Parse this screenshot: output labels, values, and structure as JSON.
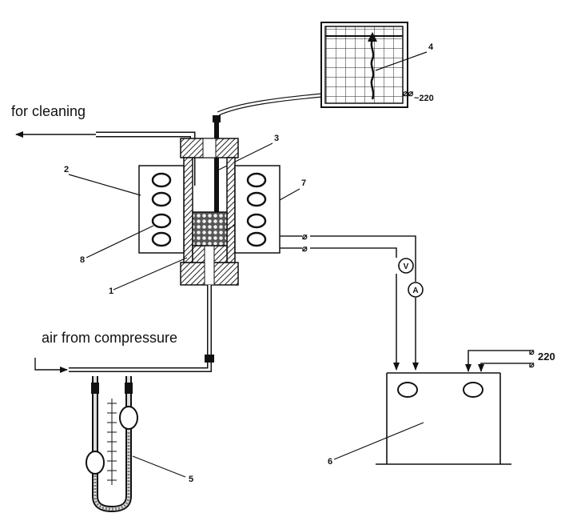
{
  "labels": {
    "cleaning": "for cleaning",
    "air": "air from compressure",
    "n1": "1",
    "n2": "2",
    "n3": "3",
    "n4": "4",
    "n5": "5",
    "n6": "6",
    "n7": "7",
    "n8": "8",
    "recorder_supply": "~220",
    "power_supply": "220",
    "voltmeter": "V",
    "ammeter": "A"
  }
}
